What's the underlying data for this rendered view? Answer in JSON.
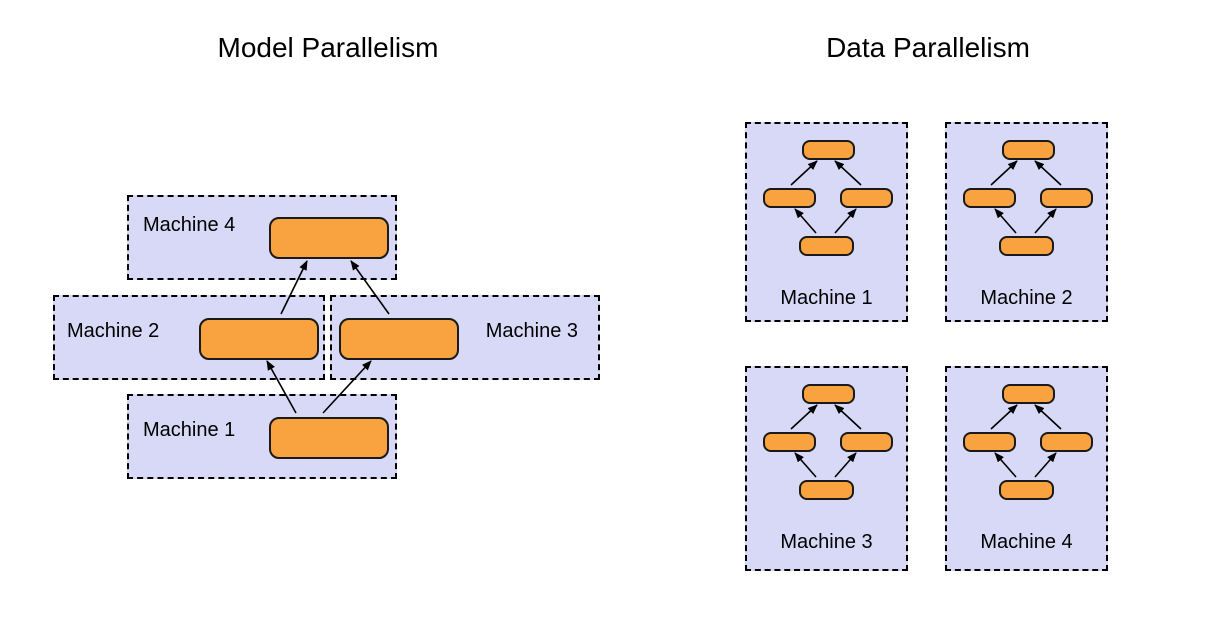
{
  "left": {
    "title": "Model Parallelism",
    "machines": [
      {
        "label": "Machine 4"
      },
      {
        "label": "Machine 2"
      },
      {
        "label": "Machine 3"
      },
      {
        "label": "Machine 1"
      }
    ]
  },
  "right": {
    "title": "Data Parallelism",
    "machines": [
      {
        "label": "Machine 1"
      },
      {
        "label": "Machine 2"
      },
      {
        "label": "Machine 3"
      },
      {
        "label": "Machine 4"
      }
    ]
  },
  "colors": {
    "background": "#ffffff",
    "machine_box_fill": "#d8d8f7",
    "machine_box_border": "#000000",
    "node_fill": "#f9a240",
    "node_border": "#1a1a1a",
    "text": "#000000"
  }
}
